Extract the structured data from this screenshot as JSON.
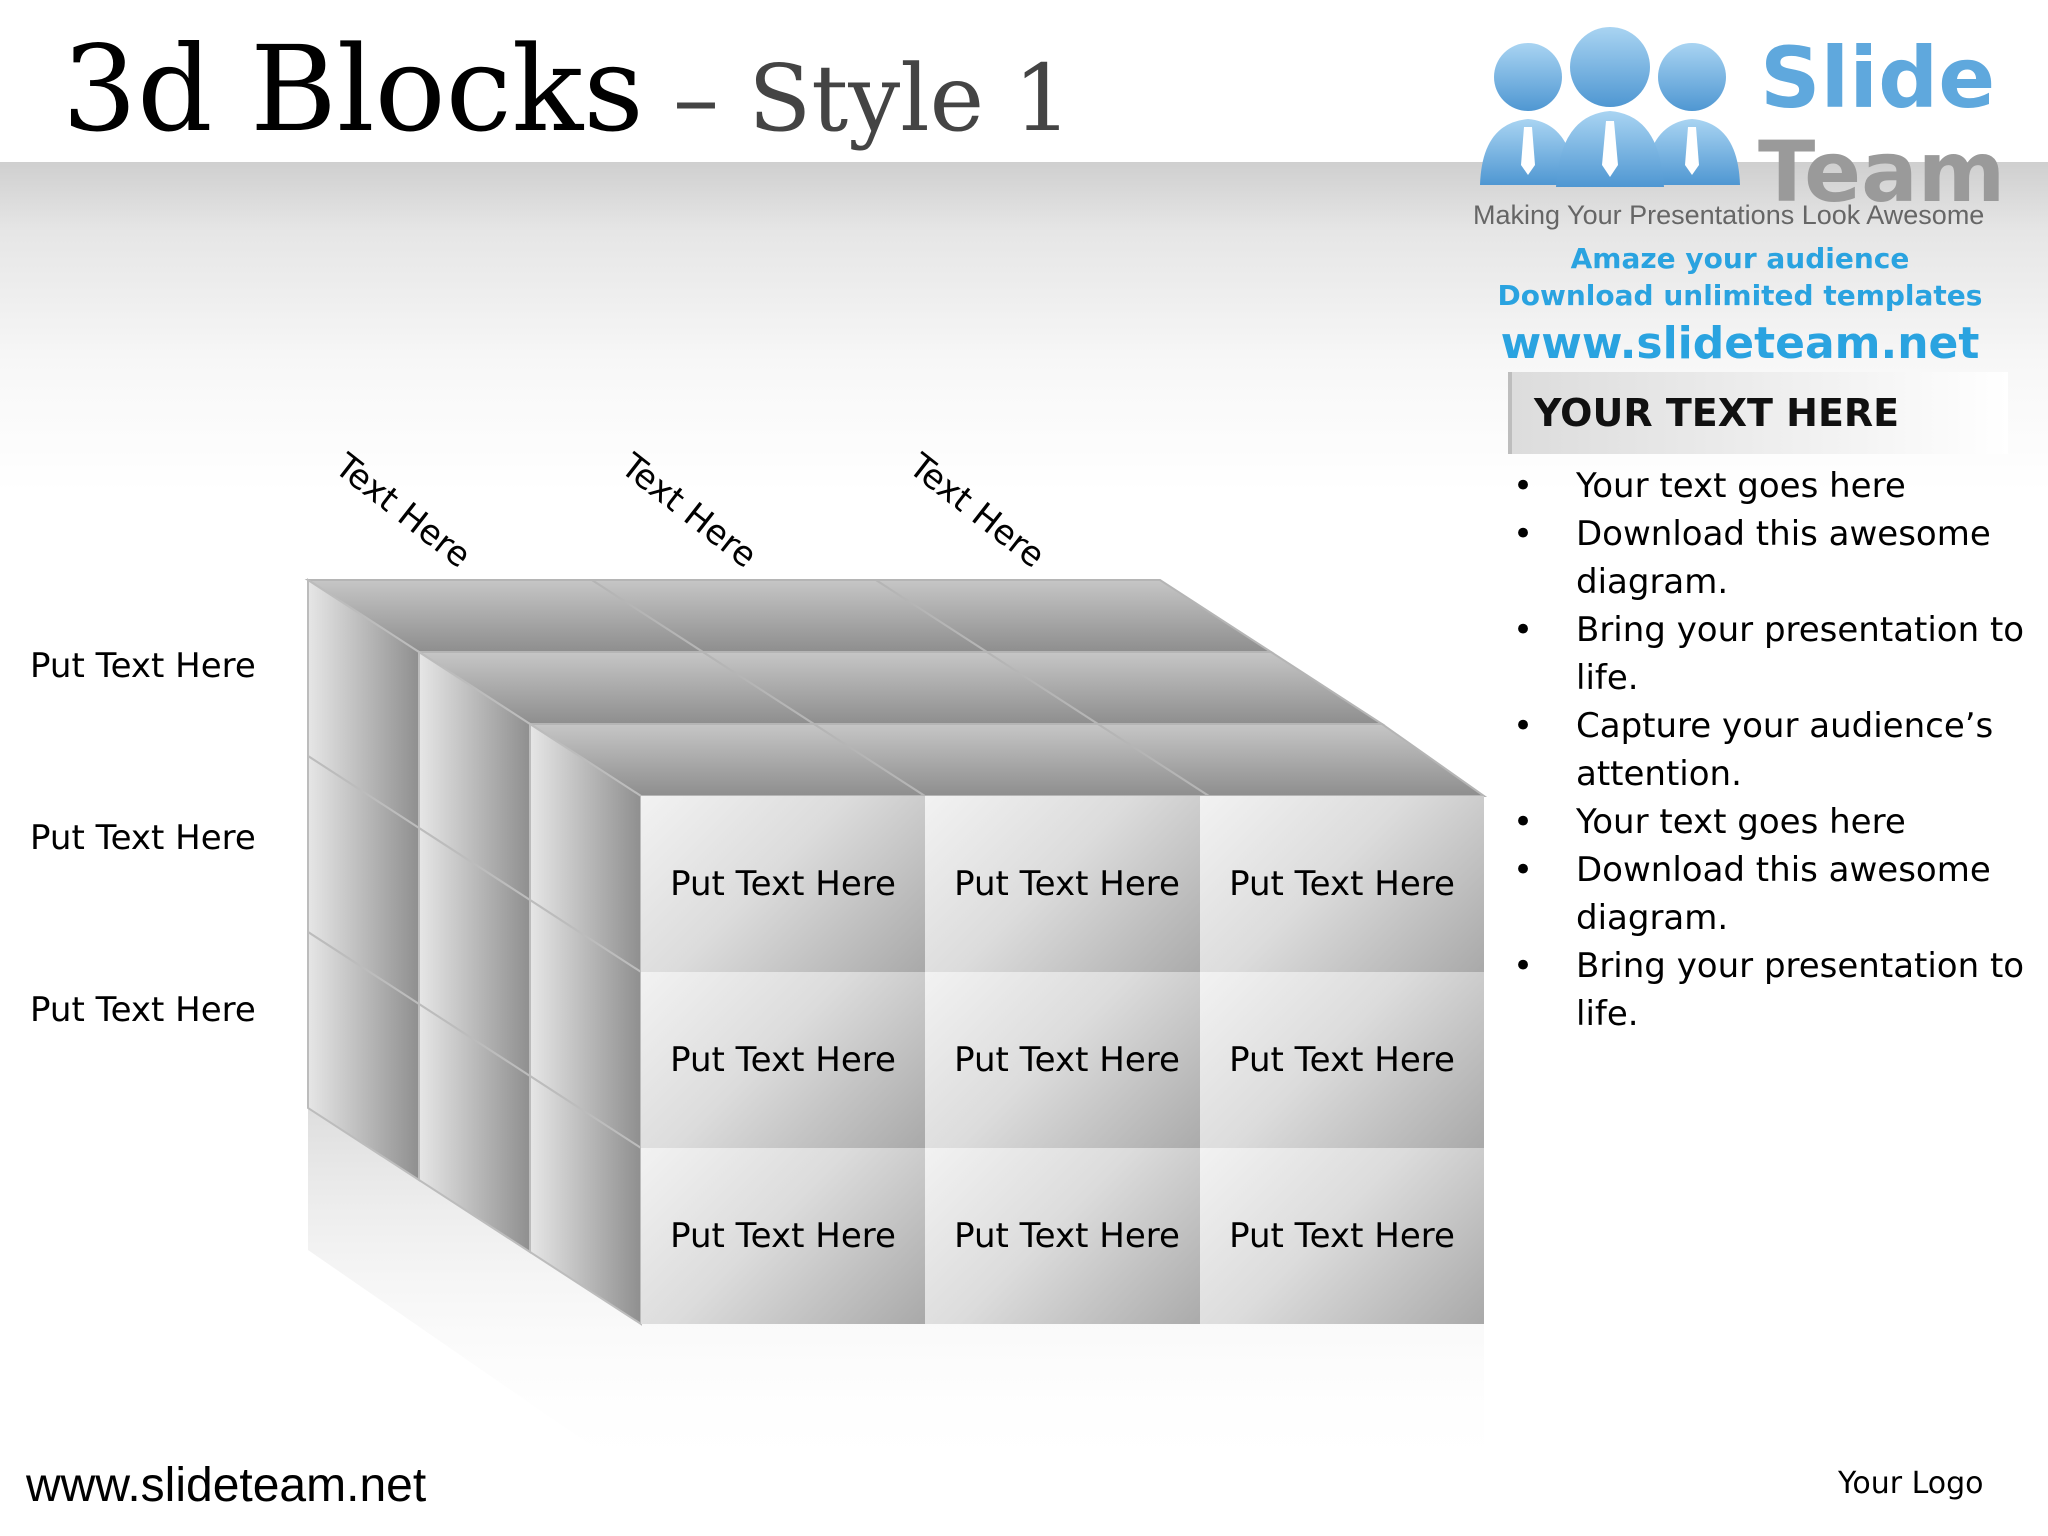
{
  "title": {
    "main": "3d Blocks",
    "separator": " – ",
    "sub": "Style 1"
  },
  "logo": {
    "word1": "Slide",
    "word2": "Team",
    "tagline": "Making Your Presentations Look Awesome",
    "promo1": "Amaze your audience",
    "promo2": "Download unlimited templates",
    "url": "www.slideteam.net",
    "icon": "people-icon"
  },
  "panel": {
    "heading": "YOUR TEXT HERE",
    "bullets": [
      "Your text goes here",
      "Download this awesome diagram.",
      "Bring your presentation to life.",
      "Capture your audience’s attention.",
      "Your text goes here",
      "Download this awesome diagram.",
      "Bring your presentation to life."
    ]
  },
  "diagram": {
    "column_labels": [
      "Text Here",
      "Text Here",
      "Text Here"
    ],
    "row_labels": [
      "Put Text Here",
      "Put Text Here",
      "Put Text Here"
    ],
    "cells": [
      [
        "Put Text Here",
        "Put Text Here",
        "Put Text Here"
      ],
      [
        "Put Text Here",
        "Put Text Here",
        "Put Text Here"
      ],
      [
        "Put Text Here",
        "Put Text Here",
        "Put Text Here"
      ]
    ]
  },
  "footer": {
    "url": "www.slideteam.net",
    "logo": "Your Logo"
  },
  "colors": {
    "brand_blue": "#5fa8dd",
    "promo_blue": "#2aa3e0",
    "cube_gray": "#bdbdbd"
  }
}
